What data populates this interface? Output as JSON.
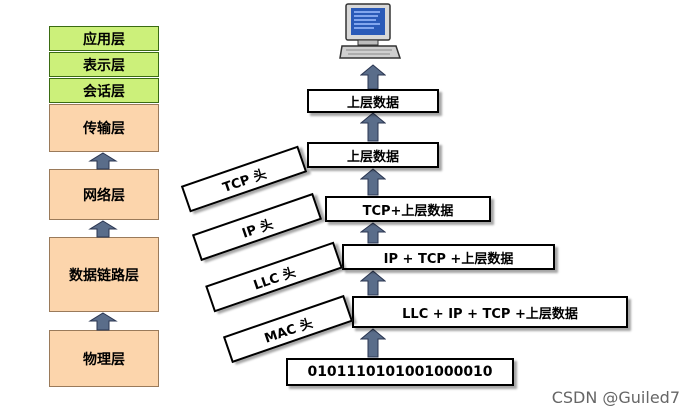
{
  "osi_layers": {
    "application": "应用层",
    "presentation": "表示层",
    "session": "会话层",
    "transport": "传输层",
    "network": "网络层",
    "datalink": "数据链路层",
    "physical": "物理层"
  },
  "encapsulation": {
    "top_data": "上层数据",
    "transport_data": "上层数据",
    "network_data": "TCP+上层数据",
    "llc_data": "IP + TCP +上层数据",
    "mac_data": "LLC + IP + TCP +上层数据",
    "bits": "0101110101001000010"
  },
  "headers": {
    "tcp": "TCP 头",
    "ip": "IP 头",
    "llc": "LLC 头",
    "mac": "MAC 头"
  },
  "icons": {
    "computer": "computer-icon",
    "arrow": "up-arrow-icon"
  },
  "colors": {
    "green": "#ccf07a",
    "orange": "#fcd5ac",
    "arrow": "#5a6d8a"
  },
  "watermark": "CSDN @Guiled7"
}
